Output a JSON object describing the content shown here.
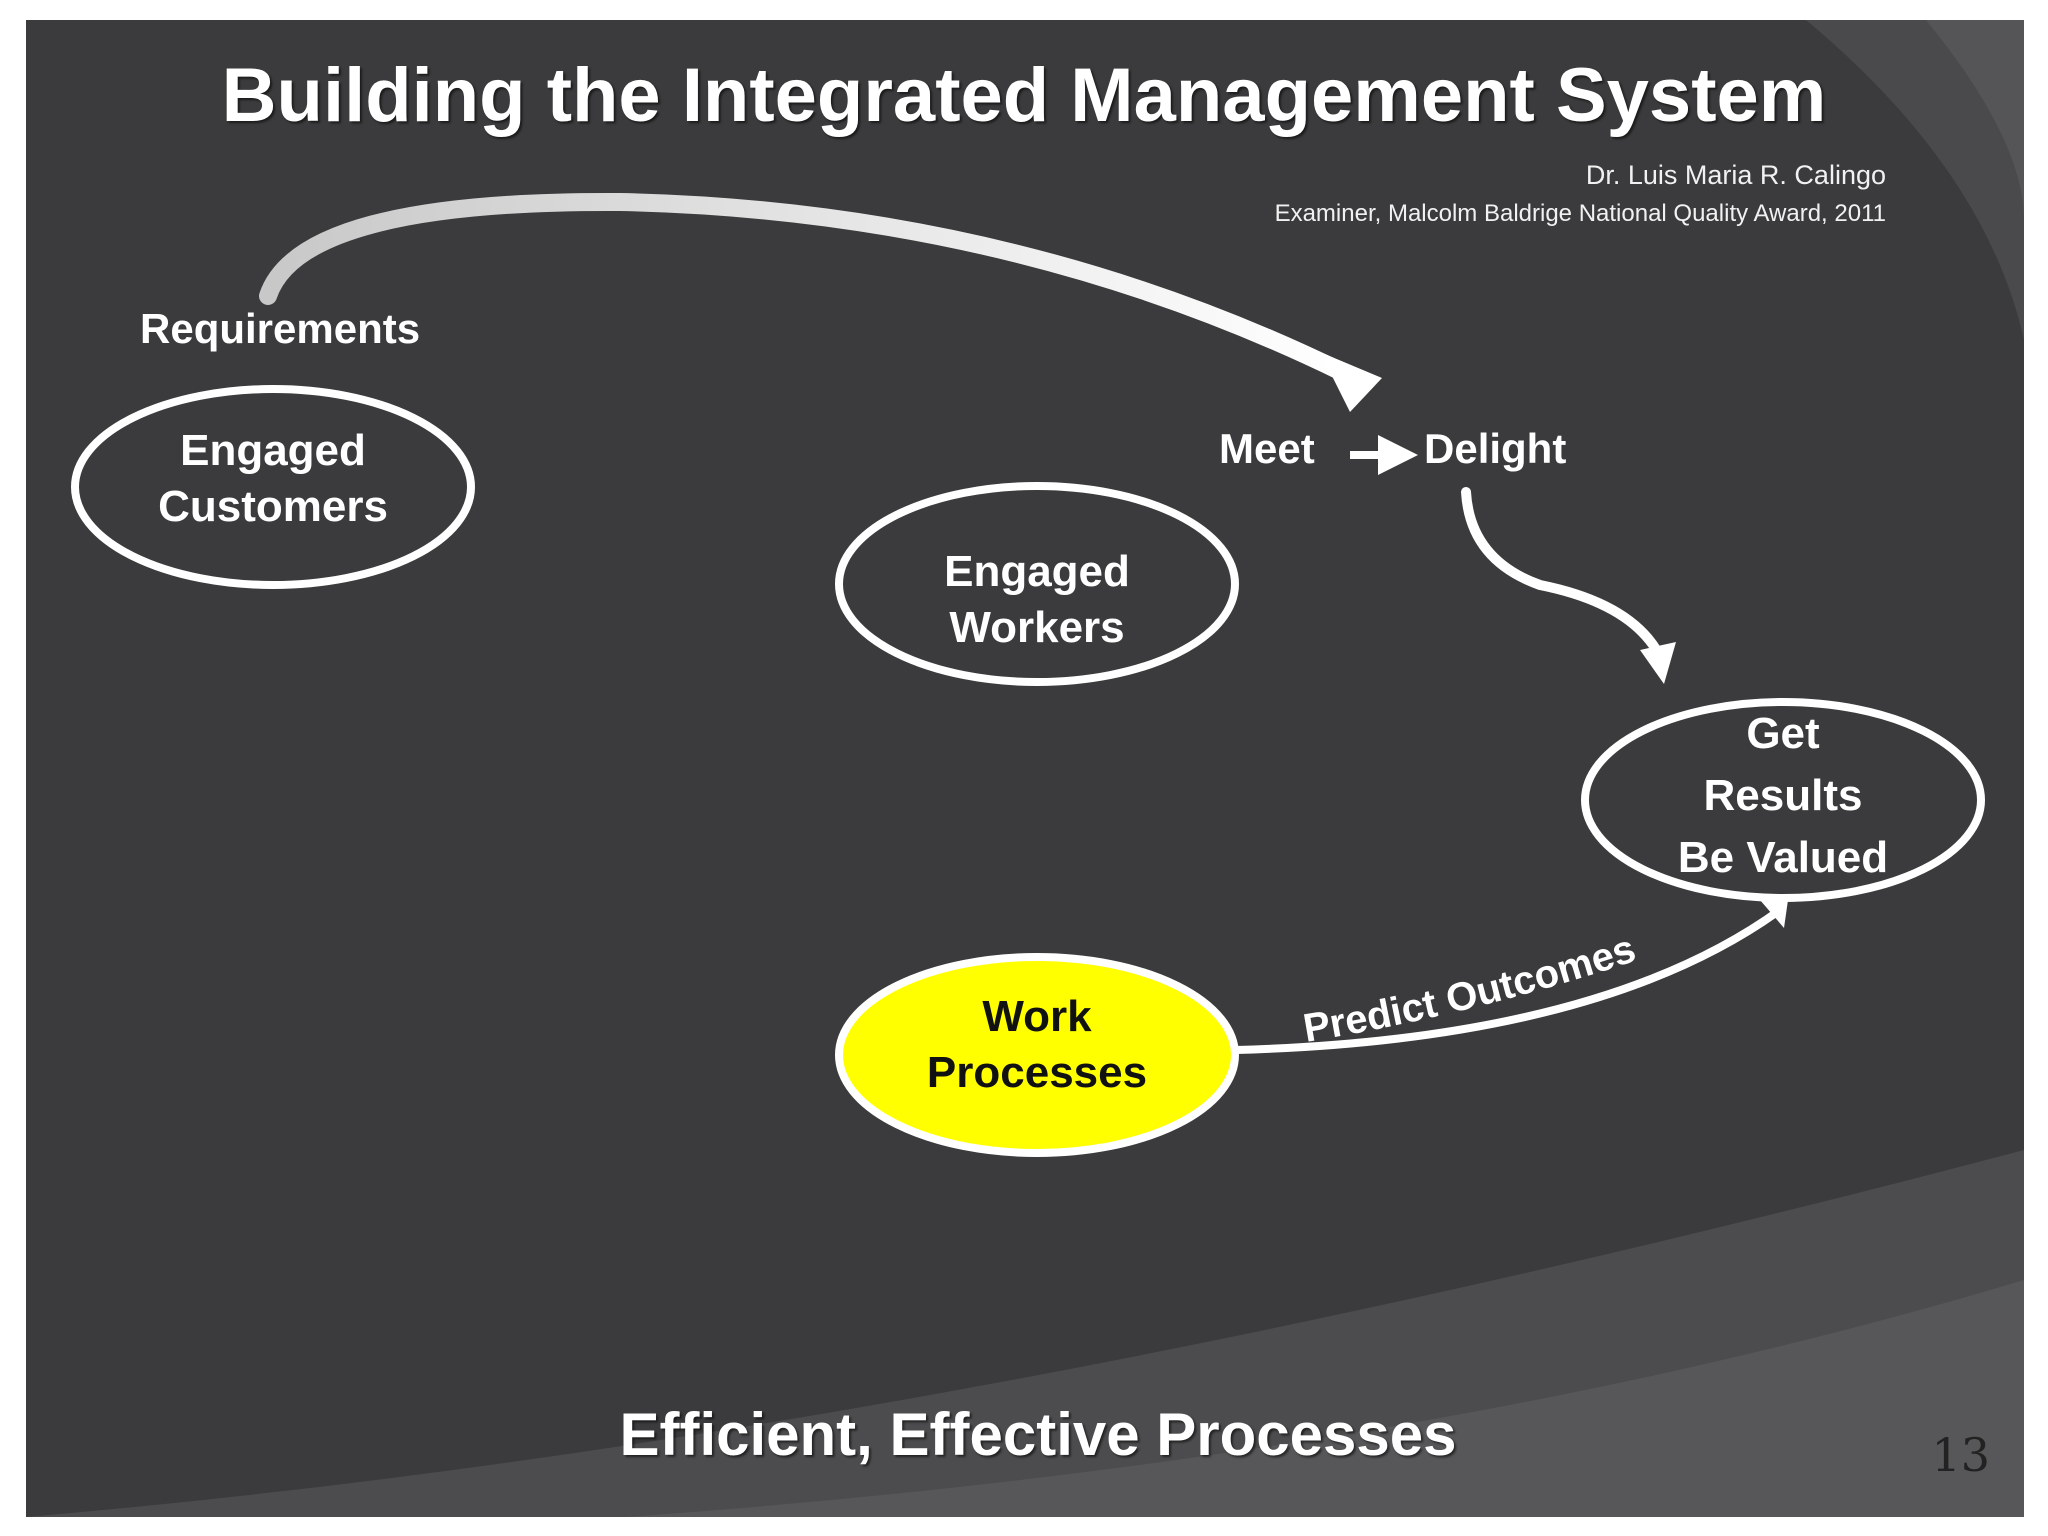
{
  "slide": {
    "title": "Building the Integrated Management System",
    "author_name": "Dr. Luis Maria R. Calingo",
    "author_role": "Examiner, Malcolm Baldrige National Quality Award, 2011",
    "footer": "Efficient, Effective Processes",
    "page_number": "13"
  },
  "diagram": {
    "labels": {
      "requirements": "Requirements",
      "meet": "Meet",
      "delight": "Delight",
      "predict_outcomes": "Predict Outcomes"
    },
    "nodes": {
      "engaged_customers": [
        "Engaged",
        "Customers"
      ],
      "engaged_workers": [
        "Engaged",
        "Workers"
      ],
      "get_results": [
        "Get",
        "Results",
        "Be Valued"
      ],
      "work_processes": [
        "Work",
        "Processes"
      ]
    }
  },
  "colors": {
    "background": "#3b3b3d",
    "text": "#ffffff",
    "highlight": "#ffff00"
  }
}
